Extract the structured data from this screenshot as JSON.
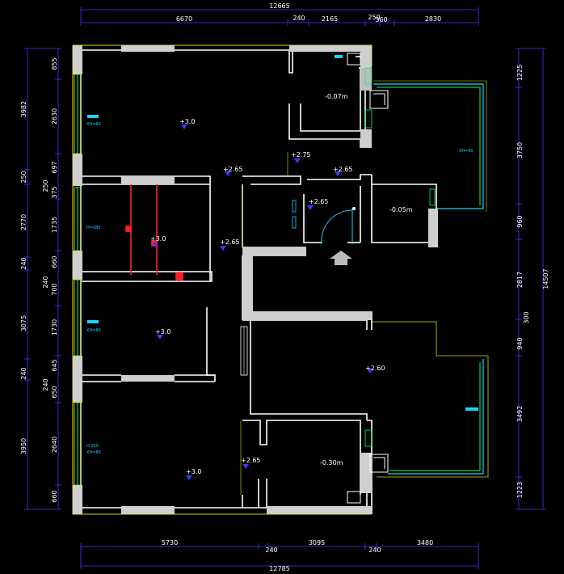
{
  "dims": {
    "top_total": "12665",
    "top_a": "6670",
    "top_b": "240",
    "top_c": "2165",
    "top_d": "250",
    "top_e": "360",
    "top_f": "2830",
    "bot_a": "5730",
    "bot_b": "240",
    "bot_c": "3095",
    "bot_d": "240",
    "bot_e": "3480",
    "bot_total": "12785",
    "left_o1": "3982",
    "left_o2": "250",
    "left_o3": "2770",
    "left_o4": "240",
    "left_o5": "3075",
    "left_o6": "240",
    "left_o7": "3950",
    "left_i1": "855",
    "left_i2": "2630",
    "left_i3": "697",
    "left_i4": "250",
    "left_i5": "375",
    "left_i6": "1735",
    "left_i7": "660",
    "left_i8": "240",
    "left_i9": "700",
    "left_i10": "1730",
    "left_i11": "645",
    "left_i12": "240",
    "left_i13": "650",
    "left_i14": "2640",
    "left_i15": "660",
    "right_i1": "1225",
    "right_i2": "3750",
    "right_i3": "960",
    "right_i4": "2817",
    "right_i5": "940",
    "right_i6": "3492",
    "right_i7": "1223",
    "right_m": "300",
    "right_total": "14507"
  },
  "levels": {
    "r1": "+3.0",
    "r2": "-0.07m",
    "r3": "+2.75",
    "r4": "+2.65",
    "r5": "+2.65",
    "r6": "+2.65",
    "r7": "+3.0",
    "r8": "+2.65",
    "r9": "-0.05m",
    "r10": "+3.0",
    "r11": "+2.60",
    "r12": "+3.0",
    "r13": "+2.65",
    "r14": "-0.30m"
  },
  "tags": {
    "t1": "XH=80",
    "t2": "H=080",
    "t3": "XH=80",
    "t4": "H 000",
    "t5": "XH=80",
    "t6": "XH=80"
  },
  "colors": {
    "background": "#000000",
    "dimension_line": "#3a3aff",
    "wall": "#ffffff",
    "wall_fill": "#cccccc",
    "window": "#19d3ff",
    "window_frame": "#d9d900",
    "level_marker": "#3a3aff",
    "pipe": "#ff2020",
    "door": "#19d3ff",
    "entry_arrow": "#bbbbbb",
    "balcony_glass": "#00ff66"
  }
}
